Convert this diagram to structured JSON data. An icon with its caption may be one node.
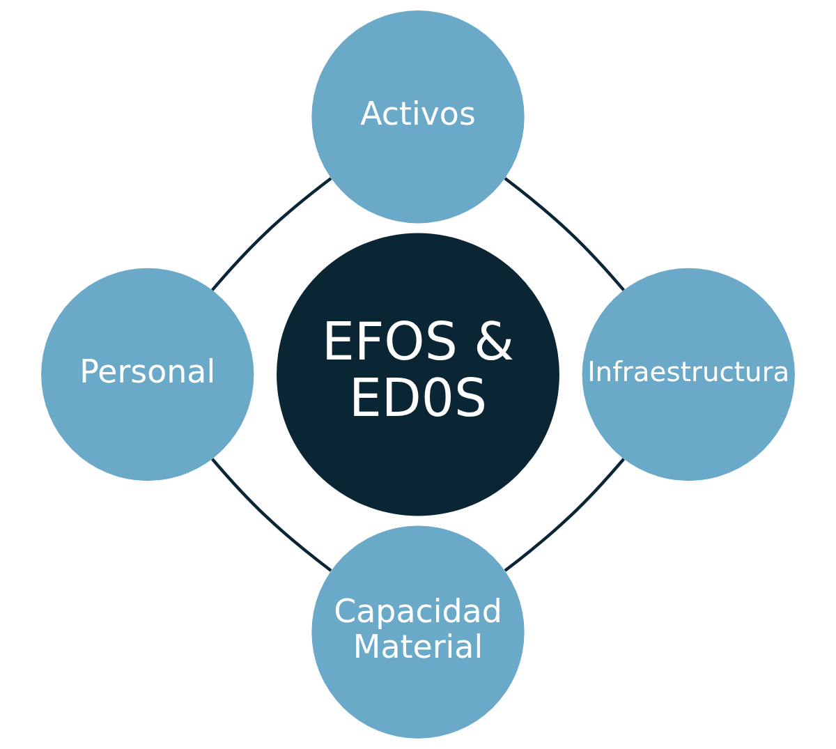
{
  "diagram": {
    "nodes": [
      {
        "text": [
          "Activos"
        ]
      },
      {
        "text": [
          "Personal"
        ]
      },
      {
        "text": [
          "EFOS & ED0S"
        ]
      },
      {
        "text": [
          "Infraestructura"
        ]
      },
      {
        "text": [
          "Capacidad Material"
        ]
      }
    ],
    "edges": [
      {
        "from": 0,
        "to": 3,
        "arrow": "none"
      },
      {
        "from": 3,
        "to": 4,
        "arrow": "none"
      },
      {
        "from": 1,
        "to": 4,
        "arrow": "none"
      },
      {
        "from": 0,
        "to": 1,
        "arrow": "none"
      }
    ]
  }
}
